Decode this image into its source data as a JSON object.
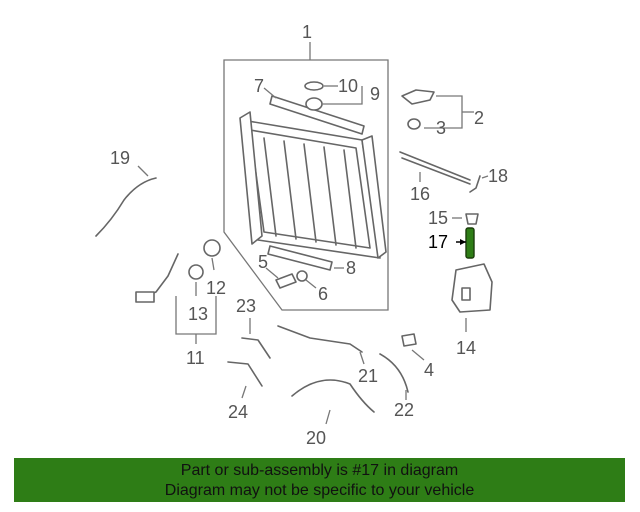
{
  "diagram": {
    "callouts": {
      "c1": "1",
      "c2": "2",
      "c3": "3",
      "c4": "4",
      "c5": "5",
      "c6": "6",
      "c7": "7",
      "c8": "8",
      "c9": "9",
      "c10": "10",
      "c11": "11",
      "c12": "12",
      "c13": "13",
      "c14": "14",
      "c15": "15",
      "c16": "16",
      "c17": "17",
      "c18": "18",
      "c19": "19",
      "c20": "20",
      "c21": "21",
      "c22": "22",
      "c23": "23",
      "c24": "24"
    },
    "highlight_part": "17",
    "highlight_color": "#2e7d16",
    "line_color": "#666666"
  },
  "banner": {
    "line1": "Part or sub-assembly is #17 in diagram",
    "line2": "Diagram may not be specific to your vehicle",
    "background": "#2e7d16"
  }
}
